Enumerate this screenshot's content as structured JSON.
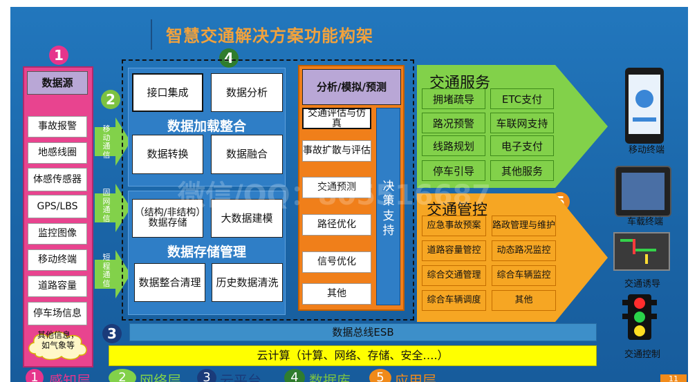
{
  "title": "智慧交通解决方案功能构架",
  "badges": {
    "b1": "1",
    "b2": "2",
    "b3": "3",
    "b4": "4",
    "b5": "5"
  },
  "datasource": {
    "header": "数据源",
    "items": [
      "事故报警",
      "地感线圈",
      "体感传感器",
      "GPS/LBS",
      "监控图像",
      "移动终端",
      "道路容量",
      "停车场信息"
    ],
    "cloud": "其他信息，如气象等"
  },
  "links": [
    "移动通信",
    "固网通信",
    "短程通信"
  ],
  "load": {
    "heading": "数据加载整合",
    "items": [
      "接口集成",
      "数据分析",
      "数据转换",
      "数据融合"
    ]
  },
  "storage": {
    "heading": "数据存储管理",
    "items": [
      "（结构/非结构）数据存储",
      "大数据建模",
      "数据整合清理",
      "历史数据清洗"
    ]
  },
  "analysis": {
    "heading": "分析/模拟/预测",
    "items": [
      "交通评估与仿真",
      "事故扩散与评估",
      "交通预测",
      "路径优化",
      "信号优化",
      "其他"
    ],
    "decision": "决策支持"
  },
  "service": {
    "heading": "交通服务",
    "items": [
      "拥堵疏导",
      "ETC支付",
      "路况预警",
      "车联网支持",
      "线路规划",
      "电子支付",
      "停车引导",
      "其他服务"
    ]
  },
  "control": {
    "heading": "交通管控",
    "items": [
      "应急事故预案",
      "路政管理与维护",
      "道路容量管控",
      "动态路况监控",
      "综合交通管理",
      "综合车辆监控",
      "综合车辆调度",
      "其他"
    ]
  },
  "bus": "数据总线ESB",
  "cloud_bar": "云计算（计算、网络、存储、安全….）",
  "terminals": [
    "移动终端",
    "车载终端",
    "交通诱导",
    "交通控制"
  ],
  "legend": [
    "感知层",
    "网络层",
    "云平台",
    "数据库",
    "应用层"
  ],
  "watermark": "微信/QQ：805516687",
  "page_number": "11",
  "colors": {
    "bg": "#1f6fb2",
    "pink": "#e6358c",
    "green": "#82d14a",
    "orange": "#f6a623",
    "title": "#f2a23c"
  }
}
